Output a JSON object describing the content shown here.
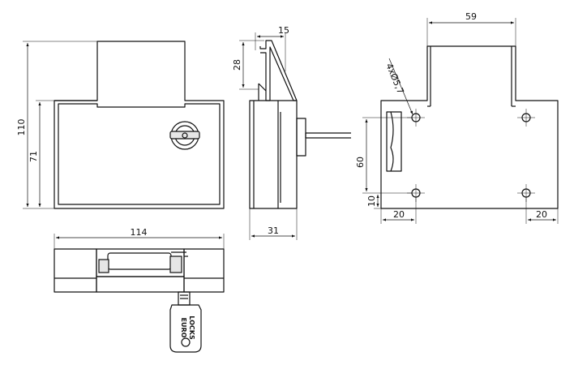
{
  "dimensions": {
    "front_height_total": "110",
    "front_height_body": "71",
    "front_width": "114",
    "side_plate_height": "28",
    "side_plate_depth": "15",
    "side_depth": "31",
    "rear_plate_width": "59",
    "rear_hole_spec": "4xØ5,7",
    "rear_hole_vertical": "60",
    "rear_hole_bottom": "10",
    "rear_hole_left": "20",
    "rear_hole_right": "20"
  },
  "key": {
    "brand_line1": "EURO",
    "brand_line2": "LOCKS"
  }
}
